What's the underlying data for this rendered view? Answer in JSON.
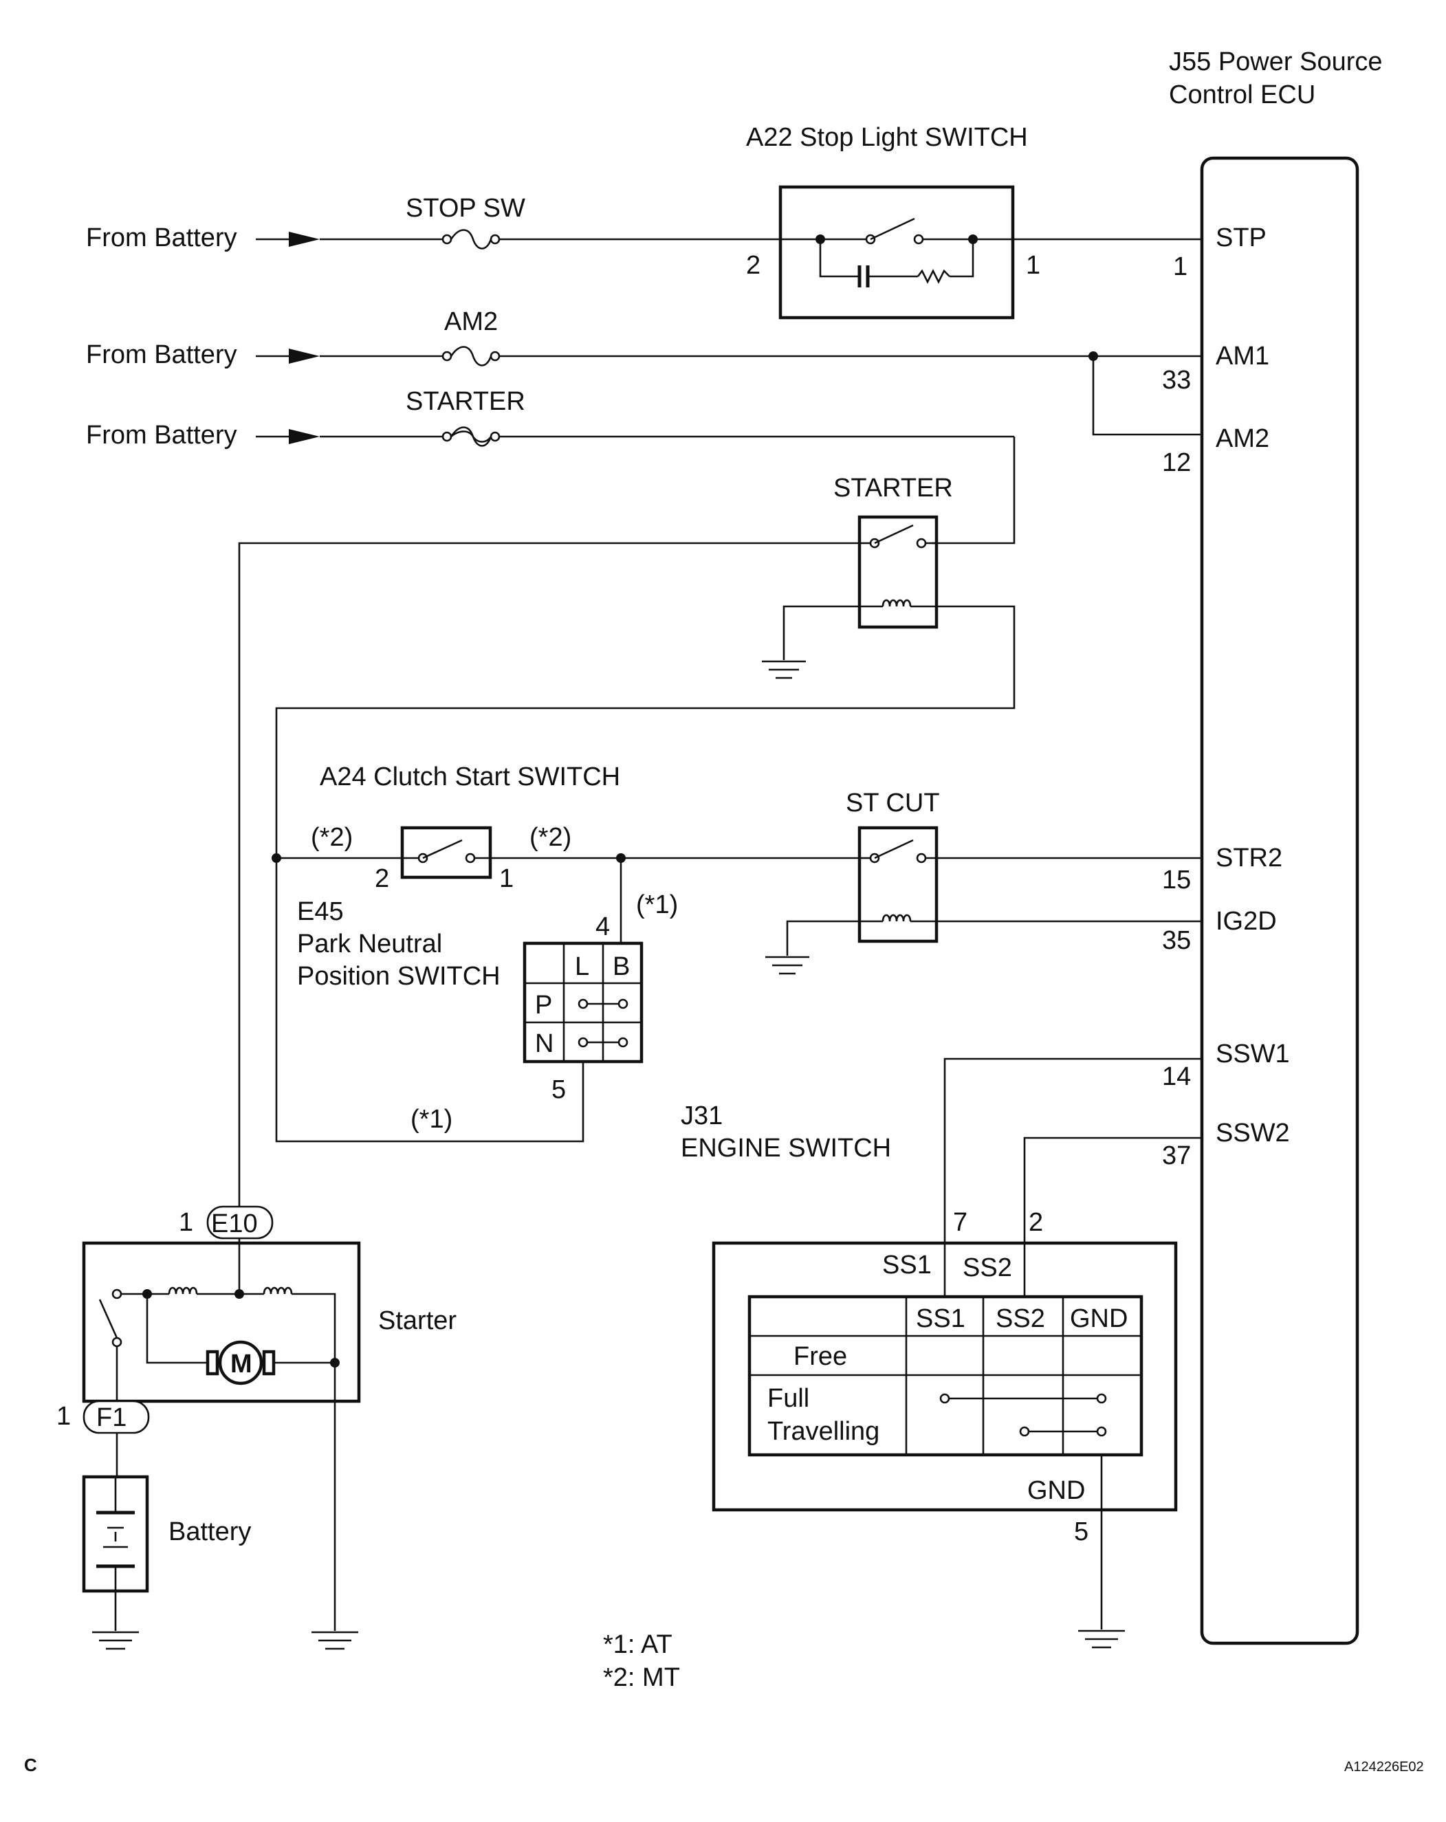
{
  "ecu": {
    "title_line1": "J55 Power Source",
    "title_line2": "Control ECU"
  },
  "stop_light_switch": {
    "title": "A22 Stop Light SWITCH",
    "pin_left": "2",
    "pin_right": "1"
  },
  "feeds": {
    "from_battery_1": "From Battery",
    "from_battery_2": "From Battery",
    "from_battery_3": "From Battery"
  },
  "fuses": {
    "stop_sw": "STOP SW",
    "am2": "AM2",
    "starter": "STARTER"
  },
  "ecu_terminals": {
    "stp": "STP",
    "stp_pin": "1",
    "am1": "AM1",
    "am1_pin": "33",
    "am2": "AM2",
    "am2_pin": "12",
    "str2": "STR2",
    "str2_pin": "15",
    "ig2d": "IG2D",
    "ig2d_pin": "35",
    "ssw1": "SSW1",
    "ssw1_pin": "14",
    "ssw2": "SSW2",
    "ssw2_pin": "37"
  },
  "relays": {
    "starter": "STARTER",
    "st_cut": "ST CUT"
  },
  "clutch_switch": {
    "title": "A24 Clutch Start SWITCH",
    "note_left": "(*2)",
    "note_right": "(*2)",
    "pin_left": "2",
    "pin_right": "1"
  },
  "pnp_switch": {
    "line1": "E45",
    "line2": "Park Neutral",
    "line3": "Position SWITCH",
    "pin_top": "4",
    "pin_top_note": "(*1)",
    "pin_bottom": "5",
    "return_note": "(*1)",
    "col_l": "L",
    "col_b": "B",
    "row_p": "P",
    "row_n": "N"
  },
  "engine_switch": {
    "line1": "J31",
    "line2": "ENGINE SWITCH",
    "pin_ss1": "7",
    "pin_ss2": "2",
    "term_ss1": "SS1",
    "term_ss2": "SS2",
    "term_gnd": "GND",
    "pin_gnd": "5",
    "table_headers": [
      "SS1",
      "SS2",
      "GND"
    ],
    "row_free": "Free",
    "row_full_1": "Full",
    "row_full_2": "Travelling"
  },
  "starter_motor": {
    "label": "Starter",
    "connector_e10": "E10",
    "pin_e10": "1",
    "connector_f1": "F1",
    "pin_f1": "1",
    "motor_symbol": "M"
  },
  "battery": {
    "label": "Battery"
  },
  "notes": {
    "note1": "*1: AT",
    "note2": "*2: MT"
  },
  "footer": {
    "letter": "C",
    "code": "A124226E02"
  }
}
